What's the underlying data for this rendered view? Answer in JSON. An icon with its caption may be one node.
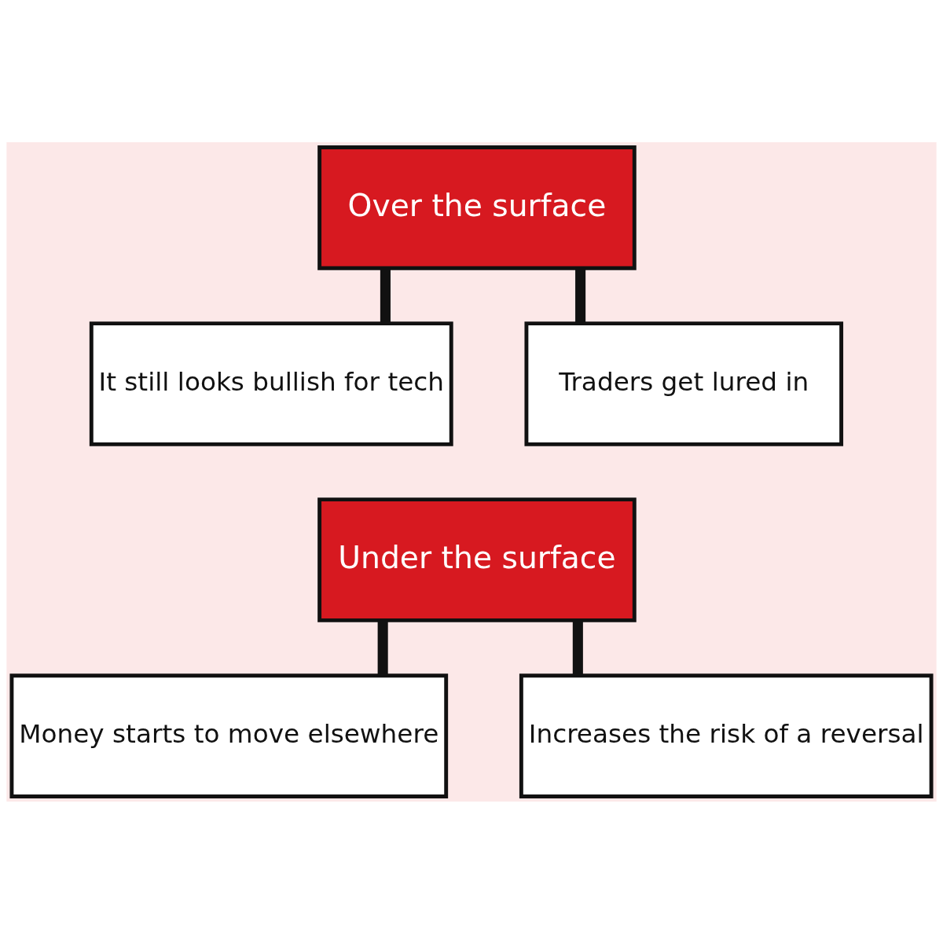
{
  "diagram": {
    "nodes": [
      {
        "text": [
          "Over the surface"
        ]
      },
      {
        "text": [
          "It still looks bullish for tech"
        ]
      },
      {
        "text": [
          "Traders get lured in"
        ]
      },
      {
        "text": [
          "Under the surface"
        ]
      },
      {
        "text": [
          "Money starts to move elsewhere"
        ]
      },
      {
        "text": [
          "Increases the risk of a reversal"
        ]
      }
    ],
    "edges": [
      {
        "from": 0,
        "to": 1,
        "arrow": "none"
      },
      {
        "from": 0,
        "to": 2,
        "arrow": "none"
      },
      {
        "from": 3,
        "to": 4,
        "arrow": "none"
      },
      {
        "from": 3,
        "to": 5,
        "arrow": "none"
      }
    ]
  }
}
